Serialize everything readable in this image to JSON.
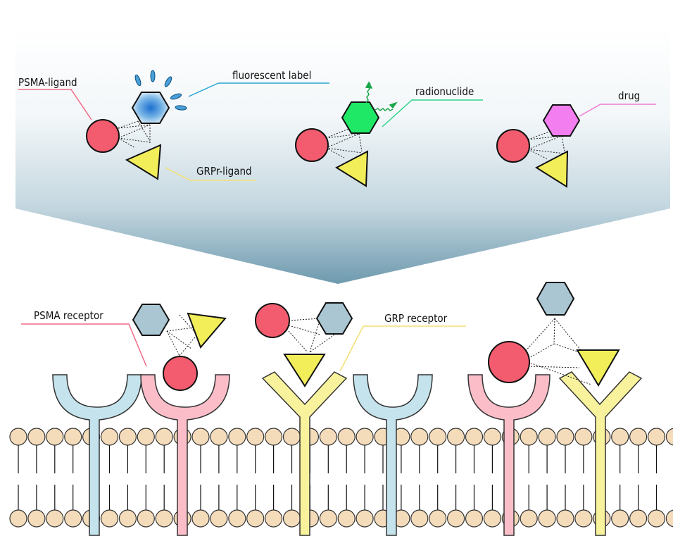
{
  "labels": {
    "psma_ligand": "PSMA-ligand",
    "fluorescent_label": "fluorescent label",
    "grpr_ligand": "GRPr-ligand",
    "radionuclide": "radionuclide",
    "drug": "drug",
    "psma_receptor": "PSMA receptor",
    "grp_receptor": "GRP receptor"
  },
  "colors": {
    "psma": "#f25c6e",
    "grp": "#f2ee5a",
    "hex_dye": "#4a9fd8",
    "hex_radio": "#1ee866",
    "hex_drug": "#f37ef0",
    "hex_bound": "#a9c6d2",
    "psma_receptor": "#fbbec9",
    "grp_receptor": "#f8f29c",
    "blue_receptor": "#c5e3ed",
    "lipid_head": "#f4dcbb",
    "line_psma": "#f06a85",
    "line_dye": "#29a6d6",
    "line_grp": "#f4e070",
    "line_radio": "#2dd58c",
    "line_drug": "#f07ad9"
  }
}
